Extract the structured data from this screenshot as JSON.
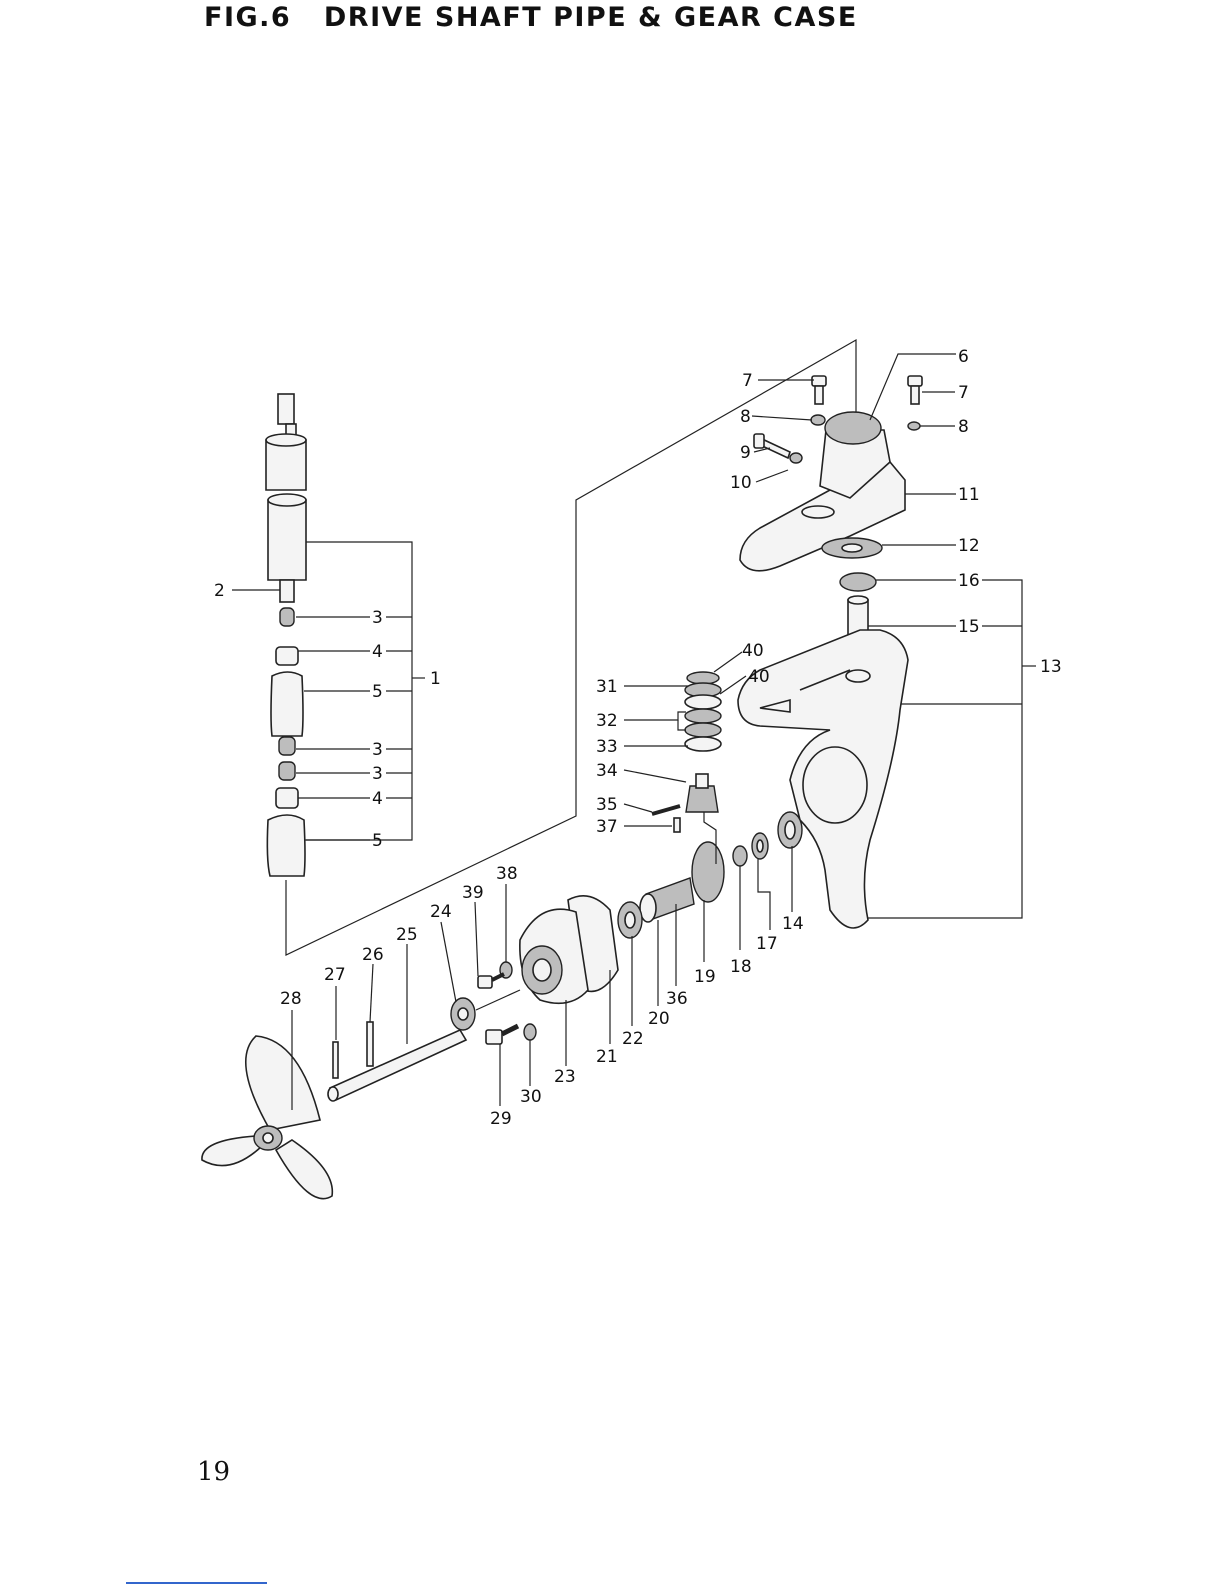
{
  "page": {
    "title": "FIG.6   DRIVE SHAFT PIPE & GEAR CASE",
    "page_number": "19"
  },
  "callouts": [
    {
      "id": "c1",
      "label": "1"
    },
    {
      "id": "c2",
      "label": "2"
    },
    {
      "id": "c3a",
      "label": "3"
    },
    {
      "id": "c3b",
      "label": "3"
    },
    {
      "id": "c3c",
      "label": "3"
    },
    {
      "id": "c4a",
      "label": "4"
    },
    {
      "id": "c4b",
      "label": "4"
    },
    {
      "id": "c5a",
      "label": "5"
    },
    {
      "id": "c5b",
      "label": "5"
    },
    {
      "id": "c6",
      "label": "6"
    },
    {
      "id": "c7a",
      "label": "7"
    },
    {
      "id": "c7b",
      "label": "7"
    },
    {
      "id": "c8a",
      "label": "8"
    },
    {
      "id": "c8b",
      "label": "8"
    },
    {
      "id": "c9",
      "label": "9"
    },
    {
      "id": "c10",
      "label": "10"
    },
    {
      "id": "c11",
      "label": "11"
    },
    {
      "id": "c12",
      "label": "12"
    },
    {
      "id": "c13",
      "label": "13"
    },
    {
      "id": "c14",
      "label": "14"
    },
    {
      "id": "c15",
      "label": "15"
    },
    {
      "id": "c16",
      "label": "16"
    },
    {
      "id": "c17",
      "label": "17"
    },
    {
      "id": "c18",
      "label": "18"
    },
    {
      "id": "c19",
      "label": "19"
    },
    {
      "id": "c20",
      "label": "20"
    },
    {
      "id": "c21",
      "label": "21"
    },
    {
      "id": "c22",
      "label": "22"
    },
    {
      "id": "c23",
      "label": "23"
    },
    {
      "id": "c24",
      "label": "24"
    },
    {
      "id": "c25",
      "label": "25"
    },
    {
      "id": "c26",
      "label": "26"
    },
    {
      "id": "c27",
      "label": "27"
    },
    {
      "id": "c28",
      "label": "28"
    },
    {
      "id": "c29",
      "label": "29"
    },
    {
      "id": "c30",
      "label": "30"
    },
    {
      "id": "c31",
      "label": "31"
    },
    {
      "id": "c32",
      "label": "32"
    },
    {
      "id": "c33",
      "label": "33"
    },
    {
      "id": "c34",
      "label": "34"
    },
    {
      "id": "c35",
      "label": "35"
    },
    {
      "id": "c36",
      "label": "36"
    },
    {
      "id": "c37",
      "label": "37"
    },
    {
      "id": "c38",
      "label": "38"
    },
    {
      "id": "c39",
      "label": "39"
    },
    {
      "id": "c40a",
      "label": "40"
    },
    {
      "id": "c40b",
      "label": "40"
    }
  ]
}
